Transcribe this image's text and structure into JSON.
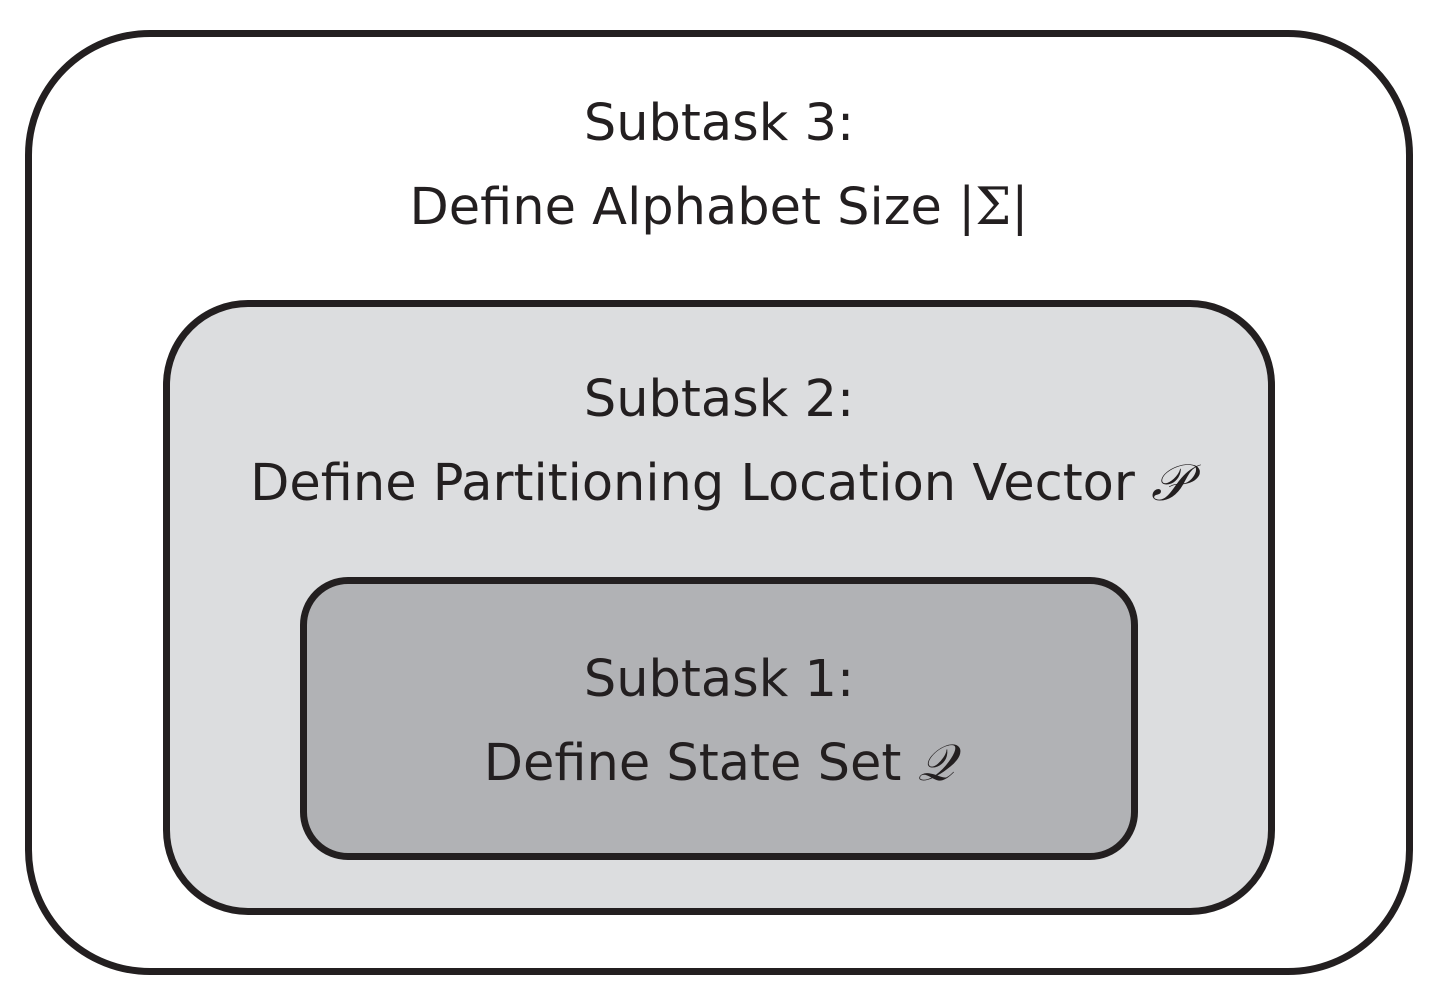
{
  "outer": {
    "heading": "Subtask 3:",
    "text": "Define Alphabet Size ",
    "symbol": "|Σ|"
  },
  "middle": {
    "heading": "Subtask 2:",
    "text": "Define Partitioning Location Vector ",
    "symbol": "𝒫"
  },
  "inner": {
    "heading": "Subtask 1:",
    "text": "Define State Set ",
    "symbol": "𝒬"
  },
  "colors": {
    "outline": "#231f20",
    "outer_fill": "#ffffff",
    "middle_fill": "#dcdddf",
    "inner_fill": "#b1b2b5"
  }
}
